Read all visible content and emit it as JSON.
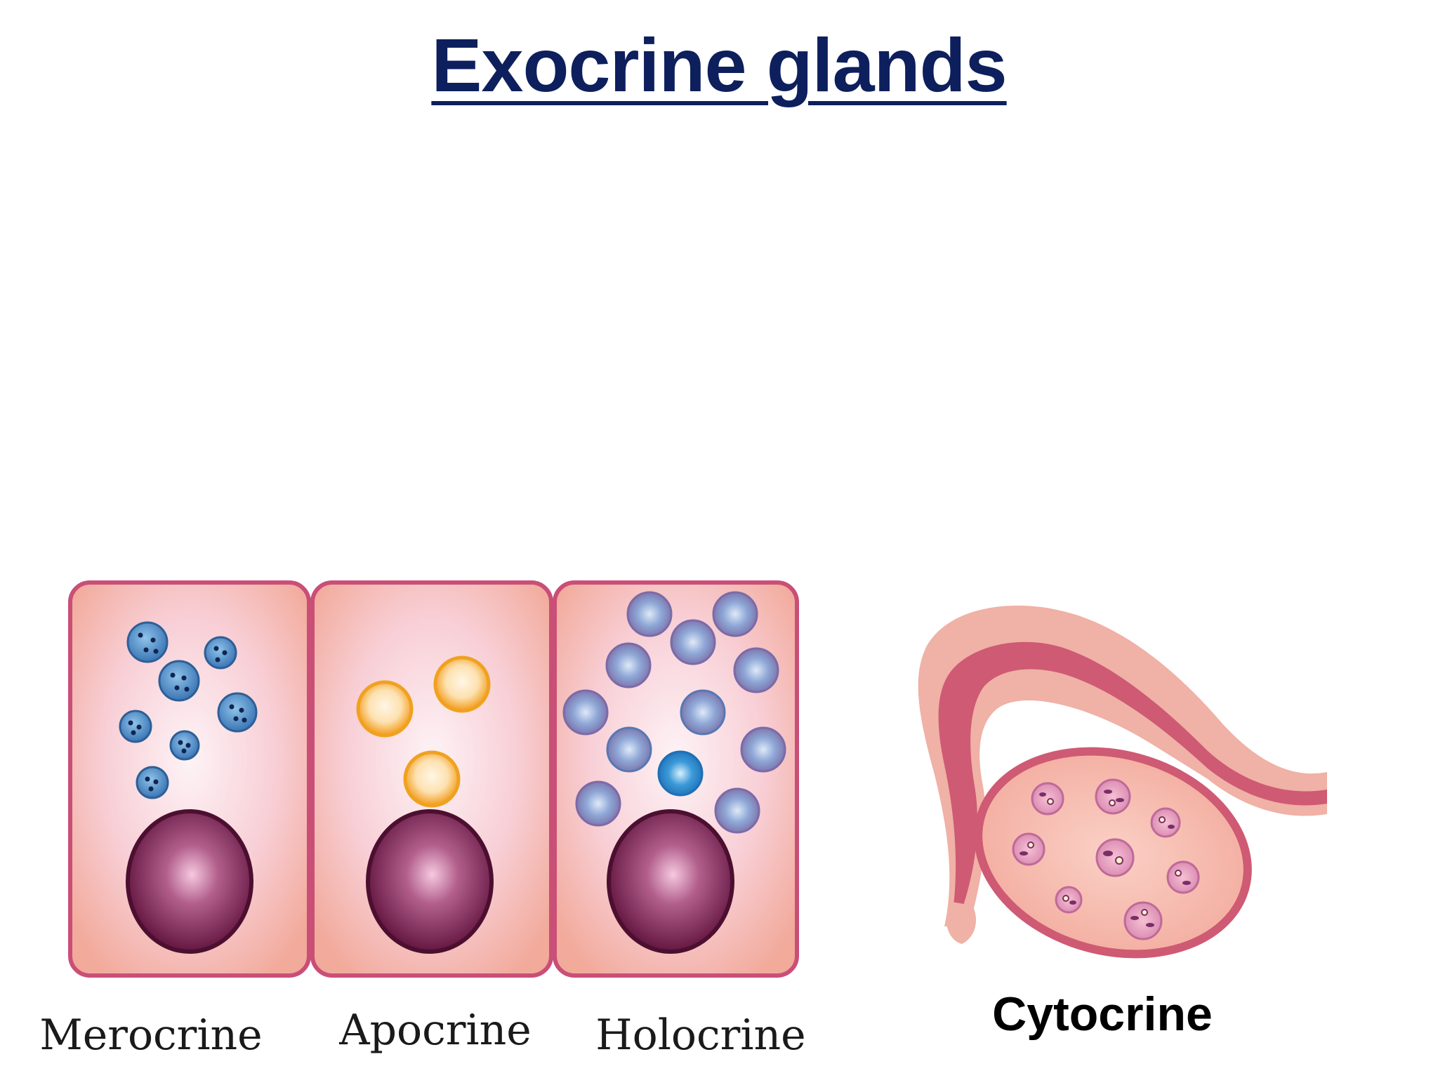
{
  "title": "Exocrine glands",
  "colors": {
    "title": "#0d1f5c",
    "cell_border": "#c94f77",
    "cell_fill": "#f3b3a6",
    "nucleus_dark": "#5a1438",
    "merocrine_granule": "#3b78b8",
    "apocrine_granule": "#f1a21a",
    "holocrine_granule": "#6f8dc4",
    "cytocrine_dark": "#cf5a73",
    "cytocrine_light": "#f0b1a6"
  },
  "diagram": {
    "cells": [
      {
        "label": "Merocrine",
        "granule_style": "merocrine-granule-icon"
      },
      {
        "label": "Apocrine",
        "granule_style": "apocrine-droplet-icon"
      },
      {
        "label": "Holocrine",
        "granule_style": "holocrine-granule-icon"
      }
    ],
    "cytocrine": {
      "label": "Cytocrine"
    }
  }
}
